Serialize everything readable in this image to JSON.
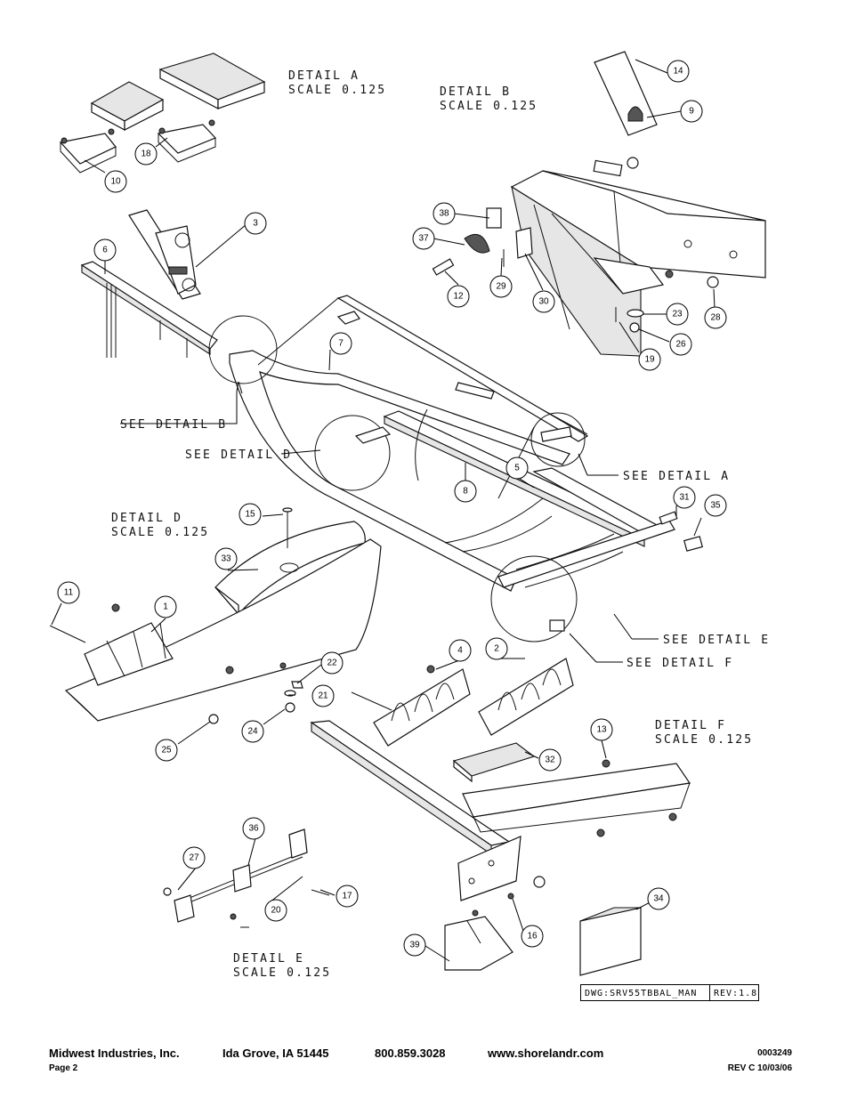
{
  "details": {
    "a_title": "DETAIL  A",
    "a_scale": "SCALE  0.125",
    "b_title": "DETAIL  B",
    "b_scale": "SCALE  0.125",
    "d_title": "DETAIL  D",
    "d_scale": "SCALE  0.125",
    "e_title": "DETAIL  E",
    "e_scale": "SCALE  0.125",
    "f_title": "DETAIL  F",
    "f_scale": "SCALE  0.125"
  },
  "callouts": {
    "see_a": "SEE DETAIL  A",
    "see_b": "SEE DETAIL  B",
    "see_d": "SEE DETAIL  D",
    "see_e": "SEE DETAIL  E",
    "see_f": "SEE DETAIL  F"
  },
  "balloons": [
    "1",
    "2",
    "3",
    "4",
    "5",
    "6",
    "7",
    "8",
    "9",
    "10",
    "11",
    "12",
    "13",
    "14",
    "15",
    "16",
    "17",
    "18",
    "19",
    "20",
    "21",
    "22",
    "23",
    "24",
    "25",
    "26",
    "27",
    "28",
    "29",
    "30",
    "31",
    "32",
    "33",
    "34",
    "35",
    "36",
    "37",
    "38",
    "39"
  ],
  "title_block": {
    "dwg": "DWG:SRV55TBBAL_MAN",
    "rev": "REV:1.8"
  },
  "footer": {
    "company": "Midwest Industries, Inc.",
    "city": "Ida Grove, IA  51445",
    "phone": "800.859.3028",
    "web": "www.shorelandr.com",
    "page": "Page 2",
    "doc_number": "0003249",
    "revision": "REV  C  10/03/06"
  }
}
